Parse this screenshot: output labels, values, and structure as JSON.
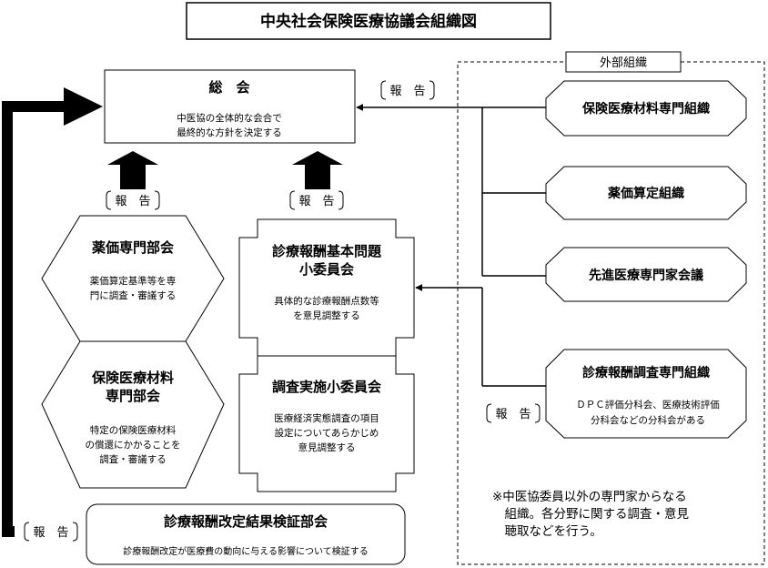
{
  "title": "中央社会保険医療協議会組織図",
  "general_assembly": {
    "name": "総　会",
    "desc": [
      "中医協の全体的な会合で",
      "最終的な方針を決定する"
    ]
  },
  "report_label": "報　告",
  "drug_price_sub": {
    "name": "薬価専門部会",
    "desc": [
      "薬価算定基準等を専",
      "門に調査・審議する"
    ]
  },
  "material_sub": {
    "name": [
      "保険医療材料",
      "専門部会"
    ],
    "desc": [
      "特定の保険医療材料",
      "の償還にかかることを",
      "調査・審議する"
    ]
  },
  "basic_issues": {
    "name": [
      "診療報酬基本問題",
      "小委員会"
    ],
    "desc": [
      "具体的な診療報酬点数等",
      "を意見調整する"
    ]
  },
  "survey_committee": {
    "name": "調査実施小委員会",
    "desc": [
      "医療経済実態調査の項目",
      "設定についてあらかじめ",
      "意見調整する"
    ]
  },
  "verification": {
    "name": "診療報酬改定結果検証部会",
    "desc": "診療報酬改定が医療費の動向に与える影響について検証する"
  },
  "external": {
    "label": "外部組織",
    "orgs": [
      "保険医療材料専門組織",
      "薬価算定組織",
      "先進医療専門家会議"
    ],
    "survey_org": {
      "name": "診療報酬調査専門組織",
      "desc": [
        "ＤＰＣ評価分科会、医療技術評価",
        "分科会などの分科会がある"
      ]
    },
    "note": [
      "※中医協委員以外の専門家からなる",
      "　組織。各分野に関する調査・意見",
      "　聴取などを行う。"
    ]
  }
}
